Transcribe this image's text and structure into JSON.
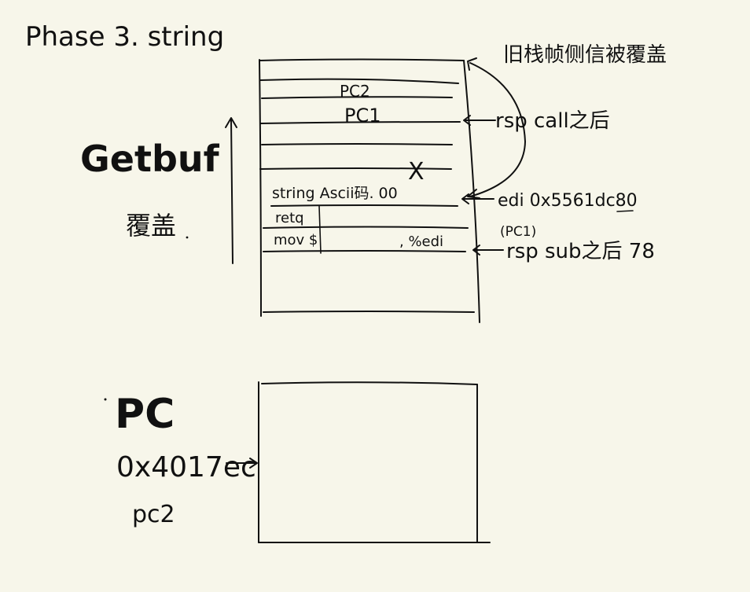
{
  "page": {
    "title": "Phase 3. string",
    "background_color": "#f7f6ea",
    "ink_color": "#111111"
  },
  "stack": {
    "rows": {
      "pc2": "PC2",
      "pc1": "PC1",
      "string": "string Ascii码. 00",
      "retq": "retq",
      "mov_left": "mov $",
      "mov_right": ", %edi"
    },
    "cross_mark": "X"
  },
  "annotations": {
    "side_note": "旧栈帧侧信被覆盖",
    "rsp_call": "rsp  call之后",
    "edi": "edi 0x5561dc80",
    "pc1_paren": "(PC1)",
    "rsp_sub": "rsp  sub之后  78",
    "getbuf": "Getbuf",
    "overwrite": "覆盖"
  },
  "pc_section": {
    "title": "PC",
    "address": "0x4017ec",
    "label": "pc2"
  }
}
